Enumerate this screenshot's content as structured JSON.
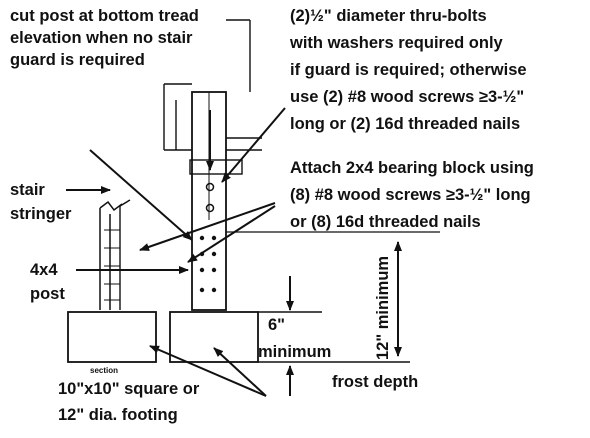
{
  "labels": {
    "cut_post": [
      "cut post at bottom tread",
      "elevation when no stair",
      "guard is required"
    ],
    "bolts": [
      "(2)½\" diameter thru-bolts",
      "with washers required only",
      "if guard is required; otherwise",
      "use (2) #8 wood screws ≥3-½\"",
      "long or (2) 16d threaded nails"
    ],
    "bearing_block": [
      "Attach 2x4 bearing block using",
      "(8) #8 wood screws ≥3-½\" long",
      "or (8) 16d threaded nails"
    ],
    "stair_stringer": [
      "stair",
      "stringer"
    ],
    "post": [
      "4x4",
      "post"
    ],
    "six_minimum": [
      "6\"",
      "minimum"
    ],
    "twelve_minimum": "12\" minimum",
    "frost_depth": "frost depth",
    "section": "section",
    "footing": [
      "10\"x10\" square or",
      "12\" dia. footing"
    ]
  },
  "colors": {
    "ink": "#111111",
    "background": "#ffffff"
  }
}
